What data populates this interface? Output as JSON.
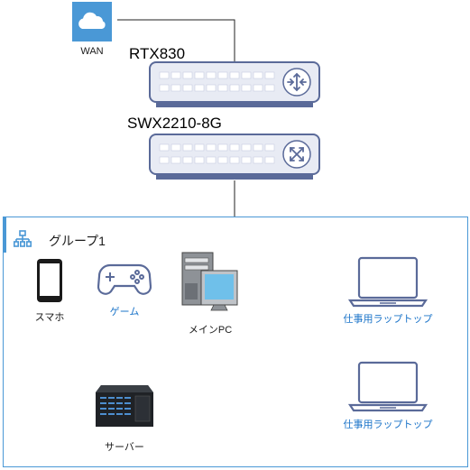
{
  "top": {
    "wan": {
      "label": "WAN",
      "icon": "cloud-icon",
      "color": "#4a98d6"
    },
    "router": {
      "name": "RTX830",
      "icon": "router-icon"
    },
    "switch": {
      "name": "SWX2210-8G",
      "icon": "switch-icon"
    }
  },
  "group": {
    "title": "グループ1",
    "icon": "network-group-icon",
    "border_color": "#4a98d6"
  },
  "devices": {
    "smartphone": {
      "label": "スマホ",
      "icon": "smartphone-icon"
    },
    "game": {
      "label": "ゲーム",
      "icon": "gamepad-icon"
    },
    "main_pc": {
      "label": "メインPC",
      "icon": "desktop-pc-icon"
    },
    "server": {
      "label": "サーバー",
      "icon": "server-icon"
    },
    "laptop_1": {
      "label": "仕事用ラップトップ",
      "icon": "laptop-icon"
    },
    "laptop_2": {
      "label": "仕事用ラップトップ",
      "icon": "laptop-icon"
    }
  }
}
